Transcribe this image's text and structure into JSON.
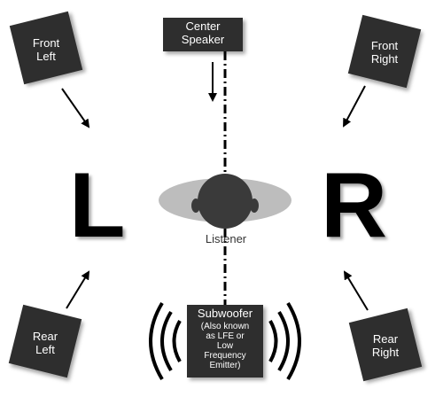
{
  "speakers": {
    "front_left": "Front\nLeft",
    "front_right": "Front\nRight",
    "center": "Center\nSpeaker",
    "rear_left": "Rear\nLeft",
    "rear_right": "Rear\nRight",
    "subwoofer_title": "Subwoofer",
    "subwoofer_desc": "(Also known\nas LFE or\nLow\nFrequency\nEmitter)"
  },
  "channels": {
    "left_letter": "L",
    "right_letter": "R"
  },
  "listener": {
    "label": "Listener"
  }
}
